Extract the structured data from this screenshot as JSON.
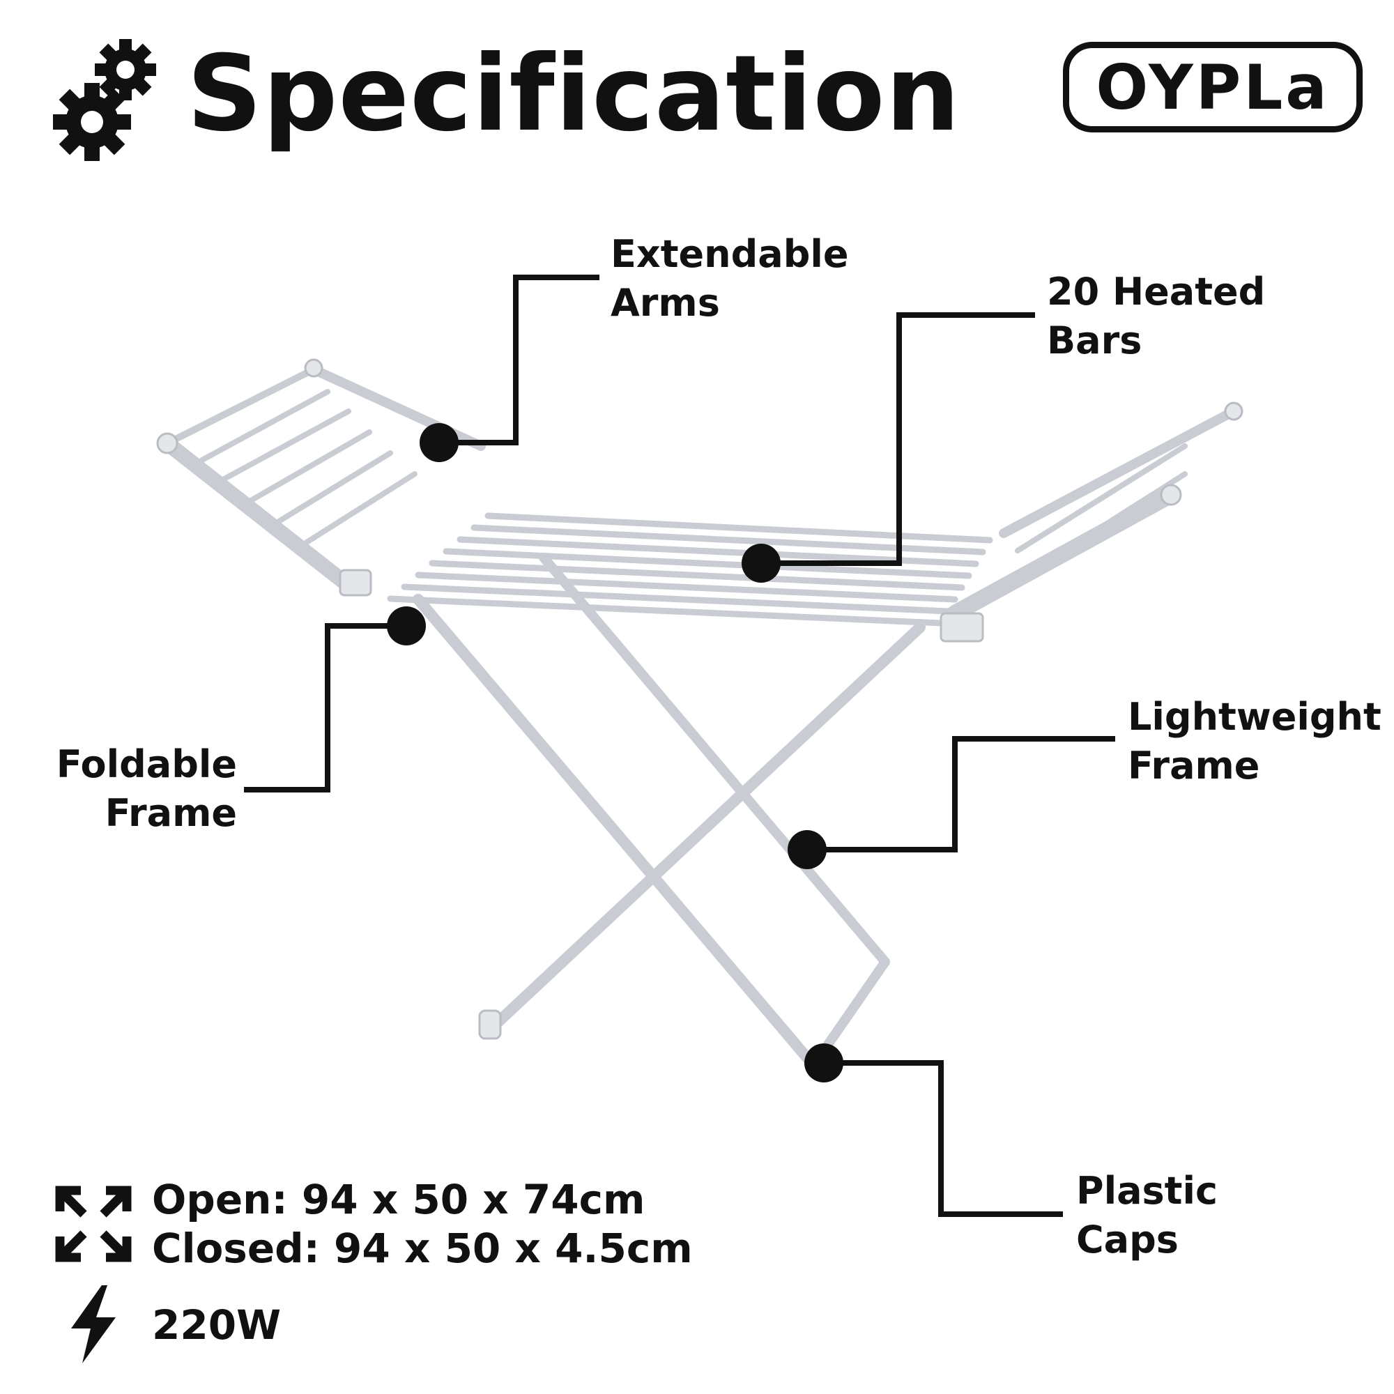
{
  "header": {
    "title": "Specification",
    "title_icon": "gears-icon",
    "brand_logo": "OYPLa"
  },
  "callouts": {
    "extendable_arms": [
      "Extendable",
      "Arms"
    ],
    "heated_bars": [
      "20 Heated",
      "Bars"
    ],
    "foldable_frame": [
      "Foldable",
      "Frame"
    ],
    "lightweight_frame": [
      "Lightweight",
      "Frame"
    ],
    "plastic_caps": [
      "Plastic",
      "Caps"
    ]
  },
  "specs": {
    "dimensions_icon": "expand-arrows-icon",
    "open": "Open: 94 x 50 x 74cm",
    "closed": "Closed: 94 x 50 x 4.5cm",
    "power_icon": "lightning-bolt-icon",
    "power": "220W"
  },
  "colors": {
    "ink": "#111111",
    "product": "#f2f4f6",
    "product_shadow": "#c9ccd2"
  }
}
